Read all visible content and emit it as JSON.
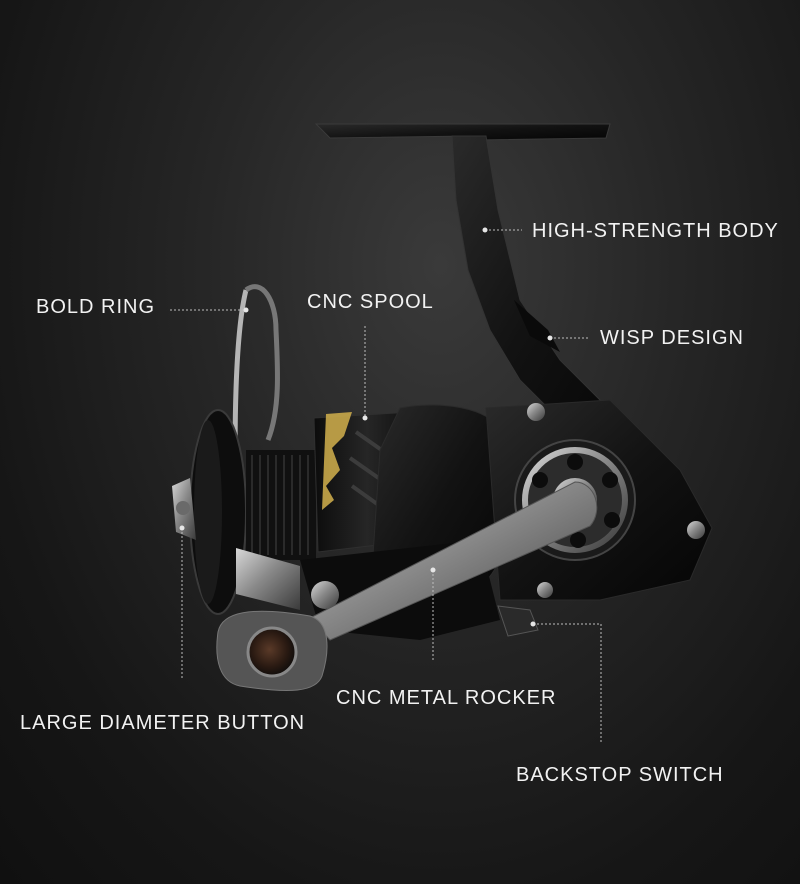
{
  "callouts": {
    "high_strength_body": "HIGH-STRENGTH BODY",
    "bold_ring": "BOLD RING",
    "cnc_spool": "CNC SPOOL",
    "wisp_design": "WISP DESIGN",
    "large_diameter_button": "LARGE DIAMETER BUTTON",
    "cnc_metal_rocker": "CNC METAL ROCKER",
    "backstop_switch": "BACKSTOP SWITCH"
  },
  "colors": {
    "background": "#1c1c1c",
    "label_text": "#f2f2f2",
    "reel_body": "#141414",
    "reel_metal": "#9a9a9a",
    "spool_accent": "#c9a94a"
  }
}
